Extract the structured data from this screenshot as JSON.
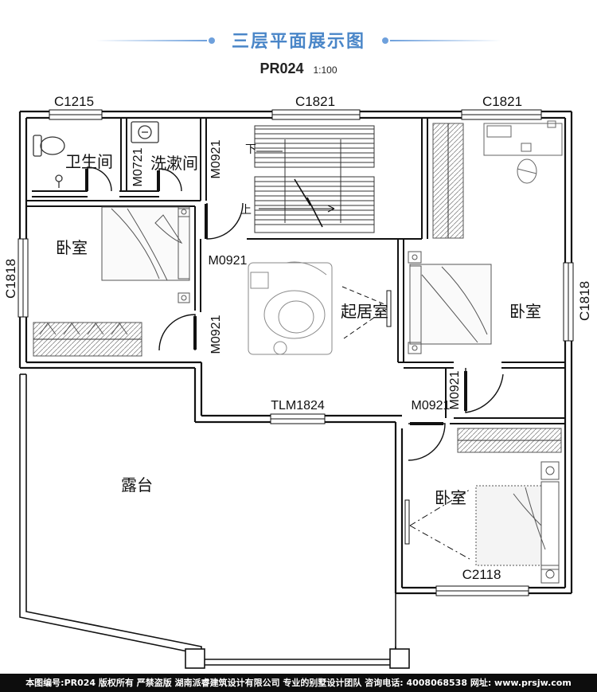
{
  "header": {
    "title": "三层平面展示图",
    "plan_code": "PR024",
    "scale": "1:100"
  },
  "windows": {
    "top_left": "C1215",
    "top_middle": "C1821",
    "top_right": "C1821",
    "left_side": "C1818",
    "right_side": "C1818",
    "bottom_right": "C2118"
  },
  "rooms": {
    "bathroom": "卫生间",
    "washroom": "洗漱间",
    "bedroom_nw": "卧室",
    "bedroom_e": "卧室",
    "bedroom_se": "卧室",
    "living": "起居室",
    "terrace": "露台"
  },
  "doors": {
    "washroom_door": "M0721",
    "stair_door": "M0921",
    "bedroom_nw_top": "M0921",
    "bedroom_nw_bottom": "M0921",
    "bedroom_e_door": "M0921",
    "bedroom_se_door": "M0921",
    "terrace_door": "TLM1824"
  },
  "stairs": {
    "down": "下",
    "up": "上"
  },
  "footer": {
    "text": "本图编号:PR024 版权所有 严禁盗版 湖南派睿建筑设计有限公司 专业的别墅设计团队 咨询电话: 4008068538 网址: www.prsjw.com"
  }
}
